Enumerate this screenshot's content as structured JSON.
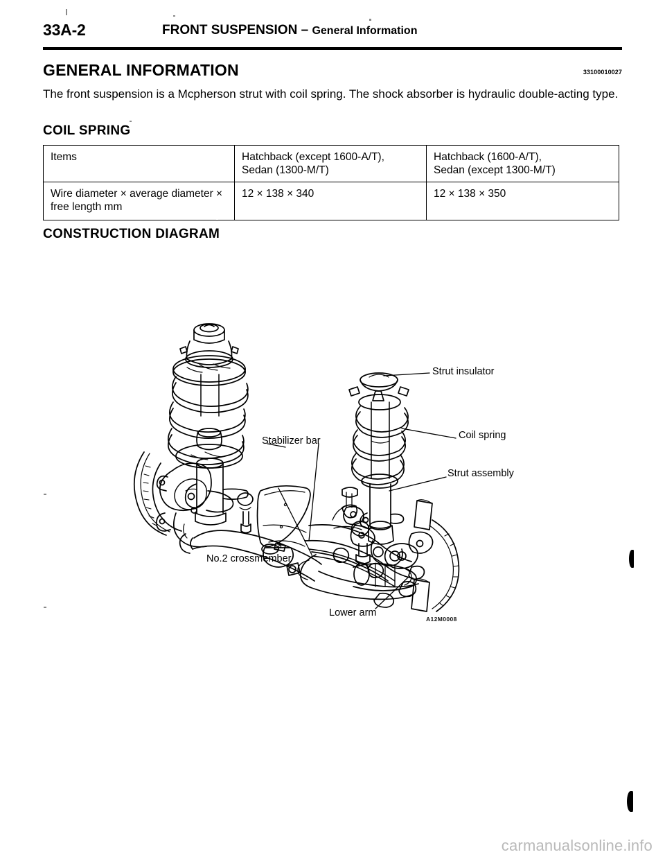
{
  "header": {
    "page_number": "33A-2",
    "title_main": "FRONT SUSPENSION",
    "title_separator": "–",
    "title_sub": "General Information"
  },
  "general_information": {
    "heading": "GENERAL INFORMATION",
    "reference_code": "33100010027",
    "body": "The front suspension is a Mcpherson strut with coil spring. The shock absorber is hydraulic double-acting type."
  },
  "coil_spring": {
    "heading": "COIL SPRING",
    "table": {
      "columns": [
        "Items",
        "Hatchback (except 1600-A/T),\nSedan (1300-M/T)",
        "Hatchback (1600-A/T),\nSedan (except 1300-M/T)"
      ],
      "column_header_items": "Items",
      "column_header_spec_a_line1": "Hatchback (except 1600-A/T),",
      "column_header_spec_a_line2": "Sedan (1300-M/T)",
      "column_header_spec_b_line1": "Hatchback (1600-A/T),",
      "column_header_spec_b_line2": "Sedan (except 1300-M/T)",
      "rows": [
        {
          "item_line1": "Wire diameter × average diameter ×",
          "item_line2": "free length mm",
          "spec_a": "12 × 138 × 340",
          "spec_b": "12 × 138 × 350"
        }
      ]
    }
  },
  "construction_diagram": {
    "heading": "CONSTRUCTION DIAGRAM",
    "figure_code": "A12M0008",
    "labels": {
      "strut_insulator": "Strut insulator",
      "coil_spring": "Coil spring",
      "strut_assembly": "Strut assembly",
      "stabilizer_bar": "Stabilizer bar",
      "no2_crossmember": "No.2 crossmember",
      "lower_arm": "Lower arm"
    }
  },
  "watermark": {
    "text": "carmanualsonline.info"
  },
  "colors": {
    "ink": "#000000",
    "paper": "#ffffff",
    "watermark": "#b9b9b9"
  }
}
